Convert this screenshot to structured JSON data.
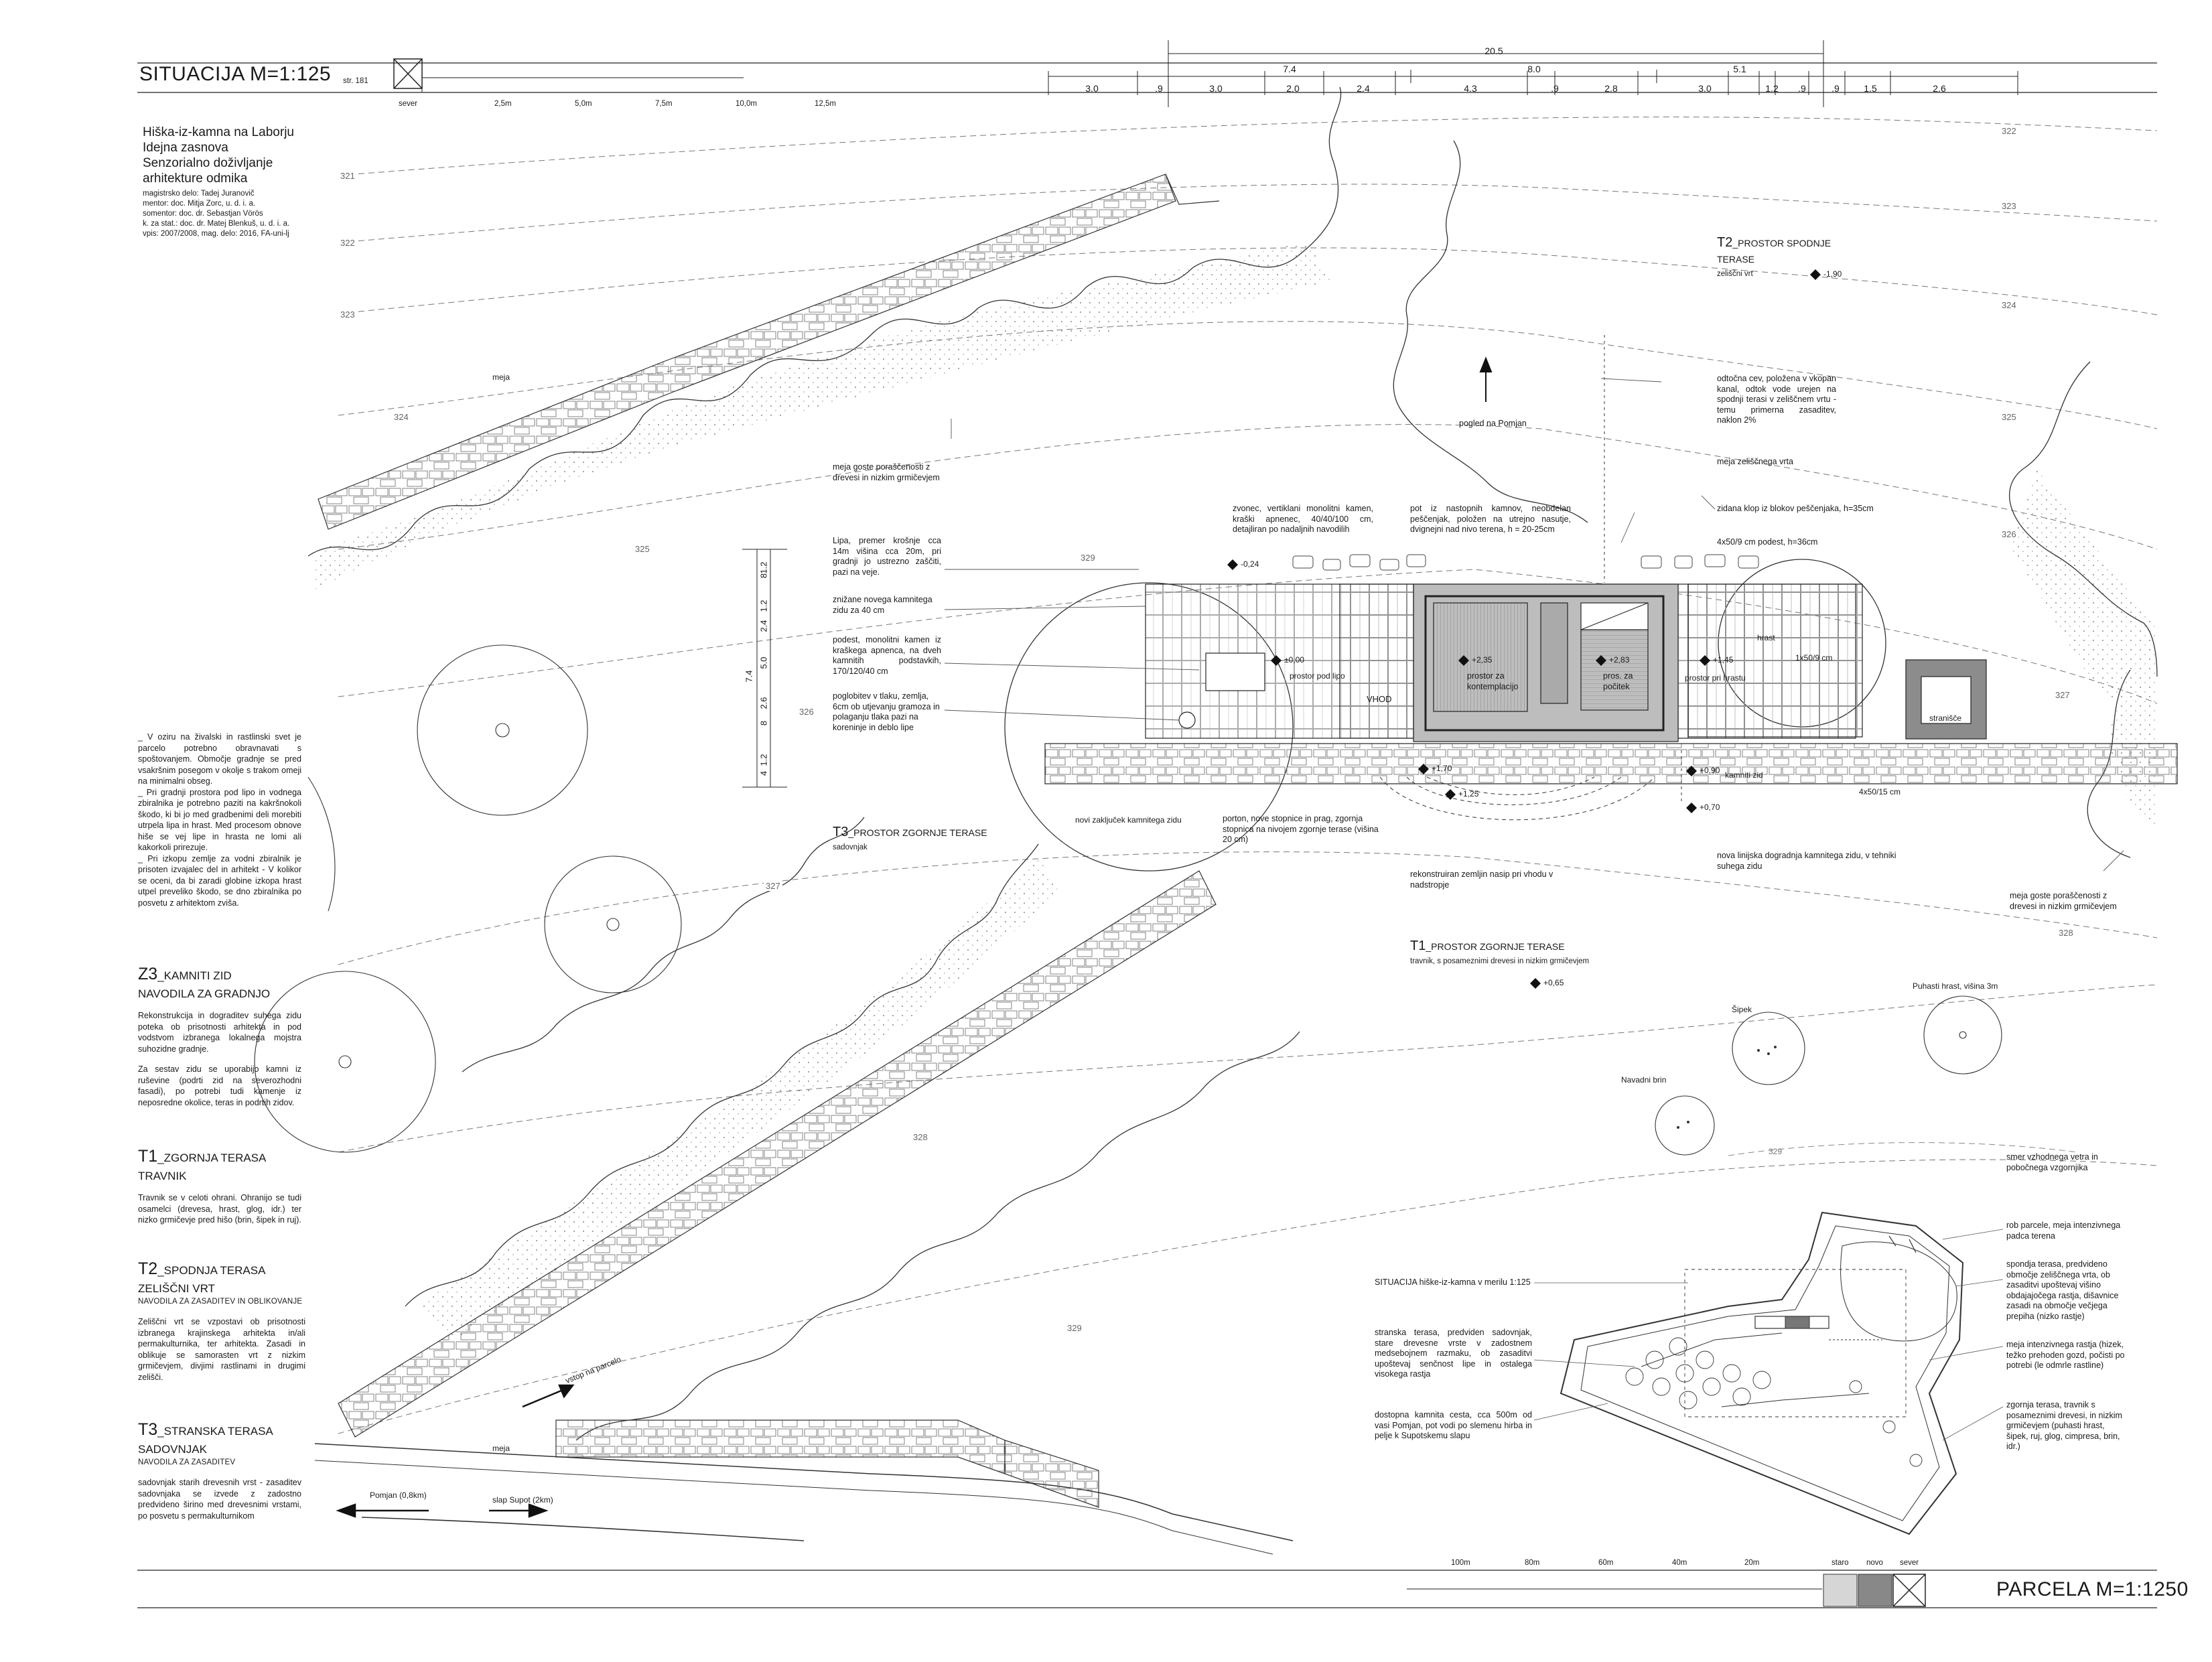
{
  "header": {
    "title": "SITUACIJA   M=1:125",
    "page_ref": "str. 181",
    "north_label": "sever",
    "scale_ticks": [
      "2,5m",
      "5,0m",
      "7,5m",
      "10,0m",
      "12,5m"
    ]
  },
  "dimensions": {
    "total": "20.5",
    "groups": [
      "7.4",
      "8.0",
      "5.1"
    ],
    "segments": [
      "3.0",
      ".9",
      "3.0",
      "2.0",
      "2.4",
      "4.3",
      ".9",
      "2.8",
      "3.0",
      "1.2",
      ".9",
      ".9",
      "1.5",
      "2.6"
    ],
    "vertical": [
      "1.2",
      "8",
      "1.2",
      "2.4",
      "5.0",
      "7.4",
      "2.6",
      "8",
      "1.2",
      "4"
    ]
  },
  "project": {
    "title_lines": [
      "Hiška-iz-kamna na Laborju",
      "Idejna zasnova",
      "Senzorialno doživljanje",
      "arhitekture odmika"
    ],
    "credits": [
      "magistrsko delo: Tadej Juranovič",
      "mentor: doc. Mitja Zorc, u. d. i. a.",
      "somentor: doc. dr. Sebastjan Vörös",
      "k. za stat.: doc. dr. Matej Blenkuš, u. d. i. a.",
      "vpis: 2007/2008, mag. delo: 2016, FA-uni-lj"
    ]
  },
  "intro": {
    "paragraphs": [
      "_ V oziru na živalski in rastlinski svet je parcelo potrebno obravnavati s spoštovanjem. Območje gradnje se pred vsakršnim posegom v okolje s trakom omeji na minimalni obseg.",
      "_ Pri gradnji prostora pod lipo in vodnega zbiralnika je potrebno paziti na kakršnokoli škodo, ki bi jo med gradbenimi deli morebiti utrpela lipa in hrast. Med procesom obnove hiše se vej lipe in hrasta ne lomi ali kakorkoli prirezuje.",
      "_ Pri izkopu zemlje za vodni zbiralnik je prisoten izvajalec del in arhitekt - V kolikor se oceni, da bi zaradi globine izkopa hrast utpel preveliko škodo, se dno zbiralnika po posvetu z arhitektom zviša."
    ]
  },
  "sections": {
    "z3": {
      "code": "Z3",
      "title": "_KAMNITI ZID",
      "subtitle": "NAVODILA ZA GRADNJO",
      "paragraphs": [
        "Rekonstrukcija in dograditev suhega zidu poteka ob prisotnosti arhitekta in pod vodstvom izbranega lokalnega mojstra suhozidne gradnje.",
        "Za sestav zidu se uporabijo kamni iz ruševine (podrti zid na severozhodni fasadi), po potrebi tudi kamenje iz neposredne okolice, teras in podrtih zidov."
      ]
    },
    "t1": {
      "code": "T1",
      "title": "_ZGORNJA TERASA",
      "subtitle": "TRAVNIK",
      "paragraphs": [
        "Travnik se v celoti ohrani. Ohranijo se tudi osamelci (drevesa, hrast, glog, idr.) ter nizko grmičevje pred hišo (brin, šipek in ruj)."
      ]
    },
    "t2": {
      "code": "T2",
      "title": "_SPODNJA TERASA",
      "subtitle": "ZELIŠČNI VRT",
      "subtitle2": "NAVODILA ZA ZASADITEV IN OBLIKOVANJE",
      "paragraphs": [
        "Zeliščni vrt se vzpostavi ob prisotnosti izbranega krajinskega arhitekta in/ali permakulturnika, ter arhitekta. Zasadi in oblikuje se samorasten vrt z nizkim grmičevjem, divjimi rastlinami in drugimi zelišči."
      ]
    },
    "t3": {
      "code": "T3",
      "title": "_STRANSKA TERASA",
      "subtitle": "SADOVNJAK",
      "subtitle2": "NAVODILA ZA ZASADITEV",
      "paragraphs": [
        "sadovnjak starih drevesnih vrst - zasaditev sadovnjaka se izvede z zadostno predvideno širino med drevesnimi vrstami, po posvetu s permakulturnikom"
      ]
    }
  },
  "contours": [
    "321",
    "322",
    "323",
    "324",
    "325",
    "326",
    "327",
    "328",
    "329",
    "322",
    "323",
    "324",
    "325",
    "326",
    "327",
    "328",
    "329"
  ],
  "plan_labels": {
    "meja": "meja",
    "meja2": "meja",
    "meja_goste": "meja goste poraščenosti z drevesi in nizkim grmičevjem",
    "meja_goste_r": "meja goste poraščenosti z drevesi in nizkim grmičevjem",
    "lipa": "Lipa, premer krošnje cca 14m višina cca 20m, pri gradnji jo ustrezno zaščiti, pazi na veje.",
    "znizane": "znižane novega kamnitega zidu za 40 cm",
    "podest": "podest, monolitni kamen iz kraškega apnenca, na dveh kamnitih podstavkih, 170/120/40 cm",
    "poglobitev": "poglobitev v tlaku, zemlja, 6cm ob utjevanju gramoza in polaganju tlaka pazi na koreninje in deblo lipe",
    "zvonec": "zvonec, vertiklani monolitni kamen, kraški apnenec, 40/40/100 cm, detajliran po nadaljnih navodilih",
    "pot": "pot iz nastopnih kamnov, neobdelan peščenjak, položen na utrejno nasutje, dvignejni nad nivo terena, h = 20-25cm",
    "meja_zel": "meja zeliščnega vrta",
    "zidana": "zidana klop iz blokov peščenjaka, h=35cm",
    "podest2": "4x50/9 cm  podest, h=36cm",
    "odtocna": "odtočna cev, položena v vkopan kanal, odtok vode urejen na spodnji terasi v zeliščnem vrtu - temu primerna zasaditev, naklon 2%",
    "pogled": "pogled na Pomjan",
    "t2_zone": "T2",
    "t2_zone_t": "_PROSTOR SPODNJE",
    "t2_zone_t2": "TERASE",
    "t2_zone_s": "zeliščni vrt",
    "t3_zone": "T3",
    "t3_zone_t": "_PROSTOR ZGORNJE TERASE",
    "t3_zone_s": "sadovnjak",
    "t1_zone": "T1",
    "t1_zone_t": "_PROSTOR ZGORNJE TERASE",
    "t1_zone_s": "travnik, s posameznimi drevesi in nizkim grmičevjem",
    "prostor_lipo": "prostor pod lipo",
    "prostor_kont": "prostor za kontemplacijo",
    "prostor_pocitek": "pros. za počitek",
    "prostor_hrastu": "prostor pri hrastu",
    "hrast": "hrast",
    "hrast_dim": "1x50/9 cm",
    "vhod": "VHOD",
    "stranisce": "stranišče",
    "kamniti_zid": "kamniti zid",
    "novi_zakljucek": "novi zaključek kamnitega zidu",
    "porton": "porton, nove stopnice in prag, zgornja stopnica na nivojem zgornje terase (višina 20 cm)",
    "rekonstruiran": "rekonstruiran zemljin nasip pri vhodu v nadstropje",
    "nova_linijska": "nova linijska dogradnja kamnitega zidu, v tehniki suhega zidu",
    "dim_4x50": "4x50/15 cm",
    "sipek": "Šipek",
    "brin": "Navadni brin",
    "puhasti": "Puhasti hrast, višina 3m",
    "vstop": "vstop na parcelo",
    "pomjan": "Pomjan (0,8km)",
    "slap": "slap Supot (2km)"
  },
  "levels": [
    "-0,24",
    "±0,00",
    "+2,35",
    "+2,83",
    "+1,45",
    "-1,90",
    "+1,70",
    "+1,25",
    "+0,90",
    "+0,70",
    "+0,65"
  ],
  "inset": {
    "label": "SITUACIJA hiške-iz-kamna v merilu 1:125",
    "stranska": "stranska terasa, predviden sadovnjak, stare drevesne vrste v zadostnem medsebojnem razmaku, ob zasaditvi upoštevaj senčnost lipe in ostalega visokega rastja",
    "dostopna": "dostopna kamnita cesta, cca 500m od vasi Pomjan, pot vodi po slemenu hirba in pelje k Supotskemu slapu",
    "smer": "smer vzhodnega vetra in pobočnega vzgornjika",
    "rob": "rob parcele, meja intenzivnega padca terena",
    "spodnja": "spondja terasa, predvideno območje zeliščnega vrta, ob zasaditvi upoštevaj višino obdajajočega rastja, dišavnice zasadi na območje večjega prepiha (nizko rastje)",
    "meja_int": "meja intenzivnega rastja (hizek, težko prehoden gozd, počisti po potrebi (le odmrle rastline)",
    "zgornja": "zgornja terasa, travnik s posameznimi drevesi, in nizkim grmičevjem (puhasti hrast, šipek, ruj, glog, cimpresa, brin, idr.)",
    "contour": "329"
  },
  "footer": {
    "scale_ticks": [
      "100m",
      "80m",
      "60m",
      "40m",
      "20m"
    ],
    "legend": [
      "staro",
      "novo",
      "sever"
    ],
    "title": "PARCELA   M=1:1250"
  }
}
